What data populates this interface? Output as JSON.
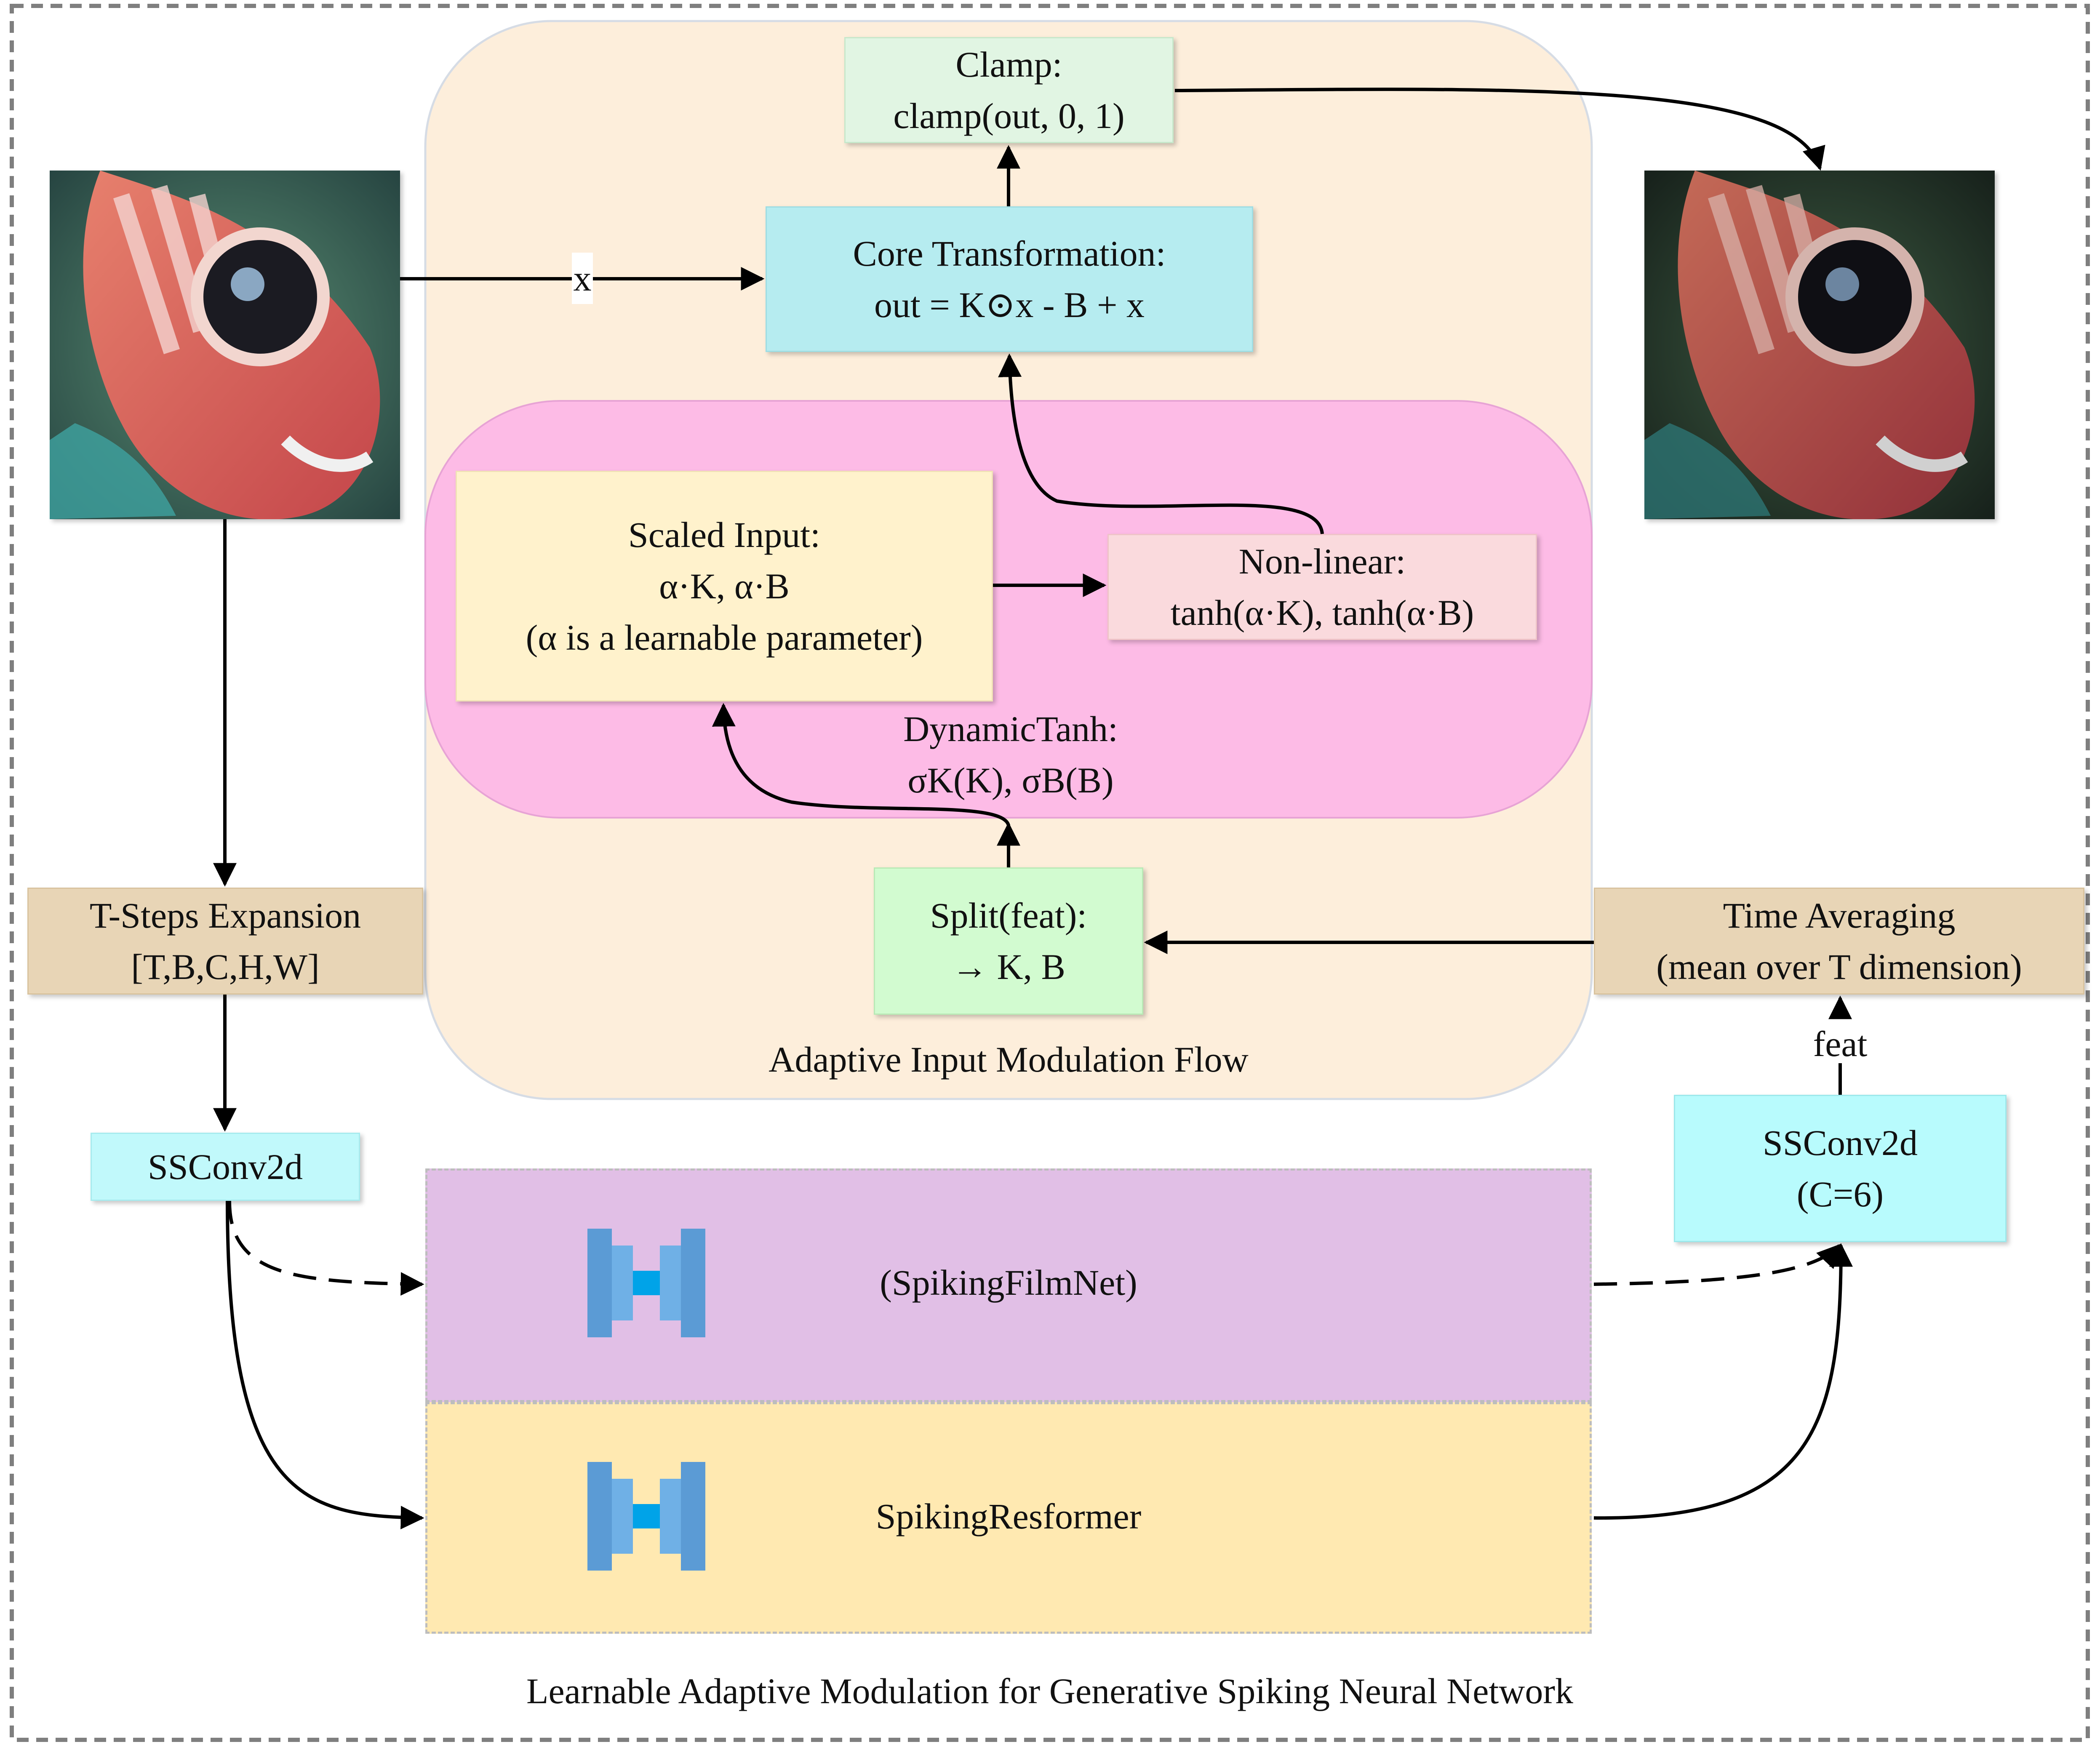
{
  "footer_title": "Learnable Adaptive Modulation for Generative Spiking Neural Network",
  "adaptive_flow": {
    "caption": "Adaptive Input Modulation Flow",
    "clamp": {
      "title": "Clamp:",
      "expr": "clamp(out, 0, 1)"
    },
    "core": {
      "title": "Core Transformation:",
      "expr": "out = K⊙x - B + x"
    },
    "x_label": "x",
    "scaled_input": {
      "title": "Scaled Input:",
      "expr": "α·K, α·B",
      "note": "(α is a learnable parameter)"
    },
    "nonlinear": {
      "title": "Non-linear:",
      "expr": "tanh(α·K), tanh(α·B)"
    },
    "dynamic_tanh": {
      "title": "DynamicTanh:",
      "expr": "σK(K), σB(B)"
    },
    "split": {
      "title": "Split(feat):",
      "expr": "→ K, B"
    }
  },
  "left_column": {
    "tsteps": {
      "title": "T-Steps Expansion",
      "shape": "[T,B,C,H,W]"
    },
    "ssconv": "SSConv2d"
  },
  "right_column": {
    "time_avg": {
      "title": "Time Averaging",
      "detail": "(mean over T dimension)"
    },
    "feat_label": "feat",
    "ssconv": {
      "title": "SSConv2d",
      "detail": "(C=6)"
    }
  },
  "networks": {
    "filmnet": "(SpikingFilmNet)",
    "resformer": "SpikingResformer"
  },
  "colors": {
    "outer_panel": "#fdeedb",
    "dynamic_tanh_panel": "#fdbbe6",
    "clamp": "#e1f5e3",
    "core": "#b6ecf0",
    "scaled_input": "#fff2cc",
    "nonlinear": "#fadadd",
    "split": "#d2fbd0",
    "tsteps": "#e8d5b6",
    "ssconv_left": "#c1f9fb",
    "ssconv_right": "#b8fbfd",
    "filmnet_band": "#e1bfe6",
    "resformer_band": "#ffe9b1",
    "unet_icon": "#5b9bd5",
    "unet_core": "#00a3e8"
  },
  "icons": [
    "input-image",
    "output-image",
    "unet-icon"
  ]
}
